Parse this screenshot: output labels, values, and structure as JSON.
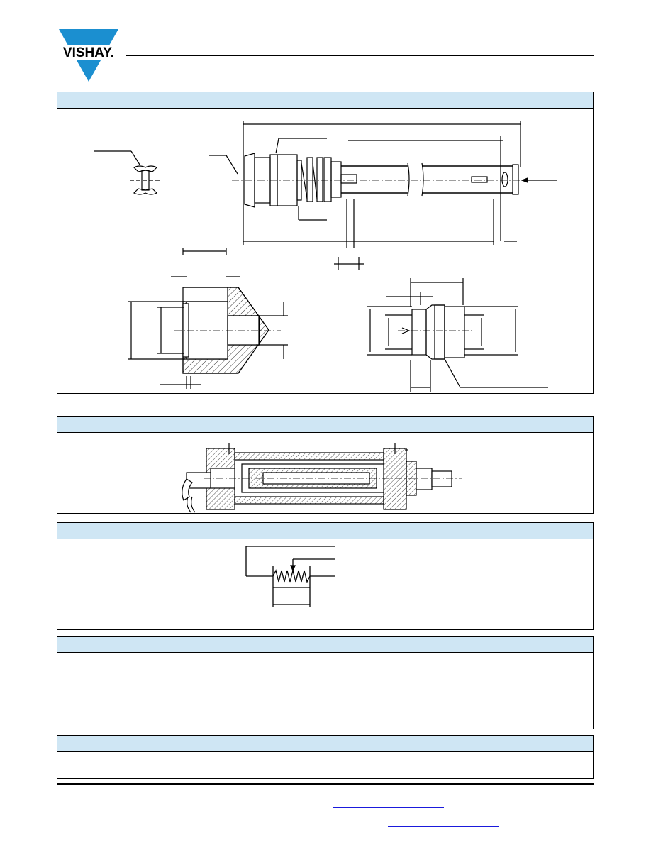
{
  "brand": {
    "logo_text": "VISHAY.",
    "logo_color": "#1b8fd0"
  },
  "colors": {
    "section_header": "#cfe6f4",
    "rule": "#000000",
    "link": "#1a1adc"
  },
  "sections": [
    {
      "id": "dimensions",
      "title": ""
    },
    {
      "id": "cross-section",
      "title": ""
    },
    {
      "id": "schematic",
      "title": ""
    },
    {
      "id": "text-block",
      "title": ""
    },
    {
      "id": "notes",
      "title": ""
    }
  ]
}
